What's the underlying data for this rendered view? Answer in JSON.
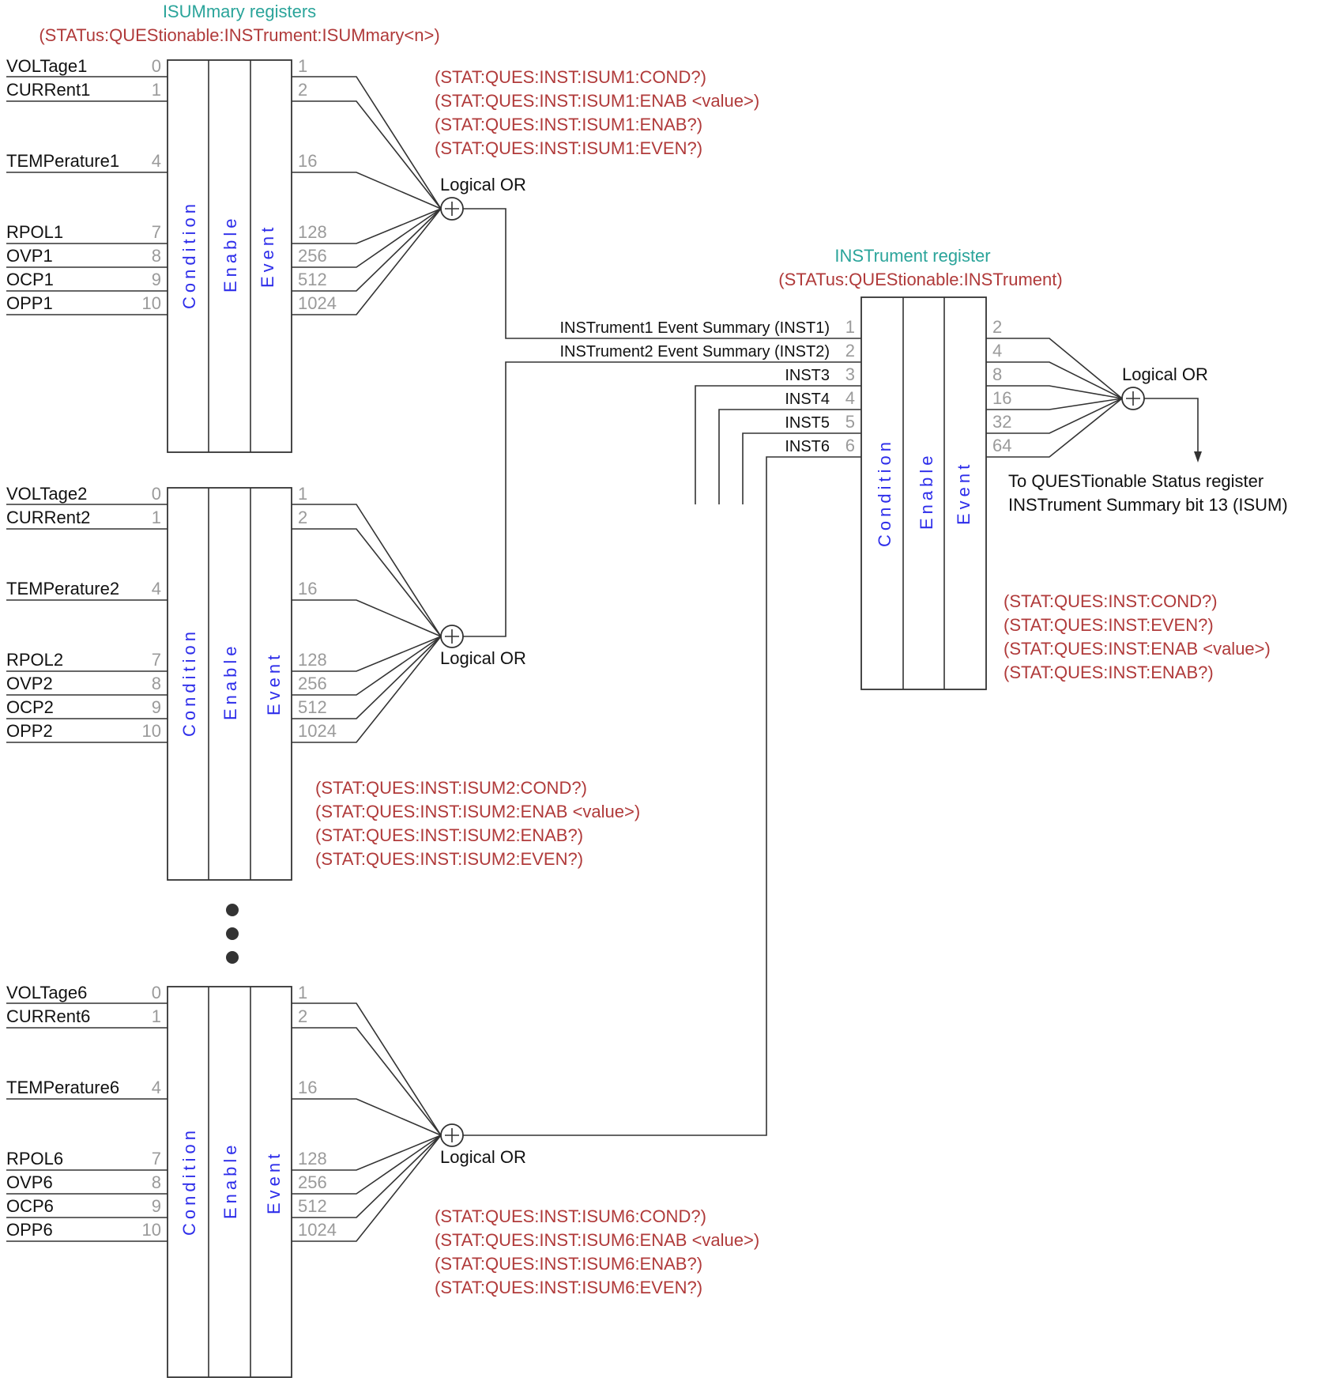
{
  "isummary": {
    "title": "ISUMmary registers",
    "scpi": "(STATus:QUEStionable:INSTrument:ISUMmary<n>)"
  },
  "column_labels": {
    "condition": "Condition",
    "enable": "Enable",
    "event": "Event"
  },
  "logical_or": "Logical OR",
  "registers": [
    {
      "inputs": [
        {
          "label": "VOLTage1",
          "bit": "0"
        },
        {
          "label": "CURRent1",
          "bit": "1"
        },
        {
          "label": "TEMPerature1",
          "bit": "4"
        },
        {
          "label": "RPOL1",
          "bit": "7"
        },
        {
          "label": "OVP1",
          "bit": "8"
        },
        {
          "label": "OCP1",
          "bit": "9"
        },
        {
          "label": "OPP1",
          "bit": "10"
        }
      ],
      "outputs": [
        "1",
        "2",
        "16",
        "128",
        "256",
        "512",
        "1024"
      ],
      "commands": [
        "(STAT:QUES:INST:ISUM1:COND?)",
        "(STAT:QUES:INST:ISUM1:ENAB <value>)",
        "(STAT:QUES:INST:ISUM1:ENAB?)",
        "(STAT:QUES:INST:ISUM1:EVEN?)"
      ]
    },
    {
      "inputs": [
        {
          "label": "VOLTage2",
          "bit": "0"
        },
        {
          "label": "CURRent2",
          "bit": "1"
        },
        {
          "label": "TEMPerature2",
          "bit": "4"
        },
        {
          "label": "RPOL2",
          "bit": "7"
        },
        {
          "label": "OVP2",
          "bit": "8"
        },
        {
          "label": "OCP2",
          "bit": "9"
        },
        {
          "label": "OPP2",
          "bit": "10"
        }
      ],
      "outputs": [
        "1",
        "2",
        "16",
        "128",
        "256",
        "512",
        "1024"
      ],
      "commands": [
        "(STAT:QUES:INST:ISUM2:COND?)",
        "(STAT:QUES:INST:ISUM2:ENAB <value>)",
        "(STAT:QUES:INST:ISUM2:ENAB?)",
        "(STAT:QUES:INST:ISUM2:EVEN?)"
      ]
    },
    {
      "inputs": [
        {
          "label": "VOLTage6",
          "bit": "0"
        },
        {
          "label": "CURRent6",
          "bit": "1"
        },
        {
          "label": "TEMPerature6",
          "bit": "4"
        },
        {
          "label": "RPOL6",
          "bit": "7"
        },
        {
          "label": "OVP6",
          "bit": "8"
        },
        {
          "label": "OCP6",
          "bit": "9"
        },
        {
          "label": "OPP6",
          "bit": "10"
        }
      ],
      "outputs": [
        "1",
        "2",
        "16",
        "128",
        "256",
        "512",
        "1024"
      ],
      "commands": [
        "(STAT:QUES:INST:ISUM6:COND?)",
        "(STAT:QUES:INST:ISUM6:ENAB <value>)",
        "(STAT:QUES:INST:ISUM6:ENAB?)",
        "(STAT:QUES:INST:ISUM6:EVEN?)"
      ]
    }
  ],
  "instrument": {
    "title": "INSTrument register",
    "scpi": "(STATus:QUEStionable:INSTrument)",
    "inputs": [
      {
        "label": "INSTrument1 Event Summary (INST1)",
        "bit": "1"
      },
      {
        "label": "INSTrument2 Event Summary (INST2)",
        "bit": "2"
      },
      {
        "label": "INST3",
        "bit": "3"
      },
      {
        "label": "INST4",
        "bit": "4"
      },
      {
        "label": "INST5",
        "bit": "5"
      },
      {
        "label": "INST6",
        "bit": "6"
      }
    ],
    "outputs": [
      "2",
      "4",
      "8",
      "16",
      "32",
      "64"
    ],
    "destination": [
      "To QUESTionable Status register",
      "INSTrument Summary bit 13 (ISUM)"
    ],
    "commands": [
      "(STAT:QUES:INST:COND?)",
      "(STAT:QUES:INST:EVEN?)",
      "(STAT:QUES:INST:ENAB <value>)",
      "(STAT:QUES:INST:ENAB?)"
    ]
  }
}
